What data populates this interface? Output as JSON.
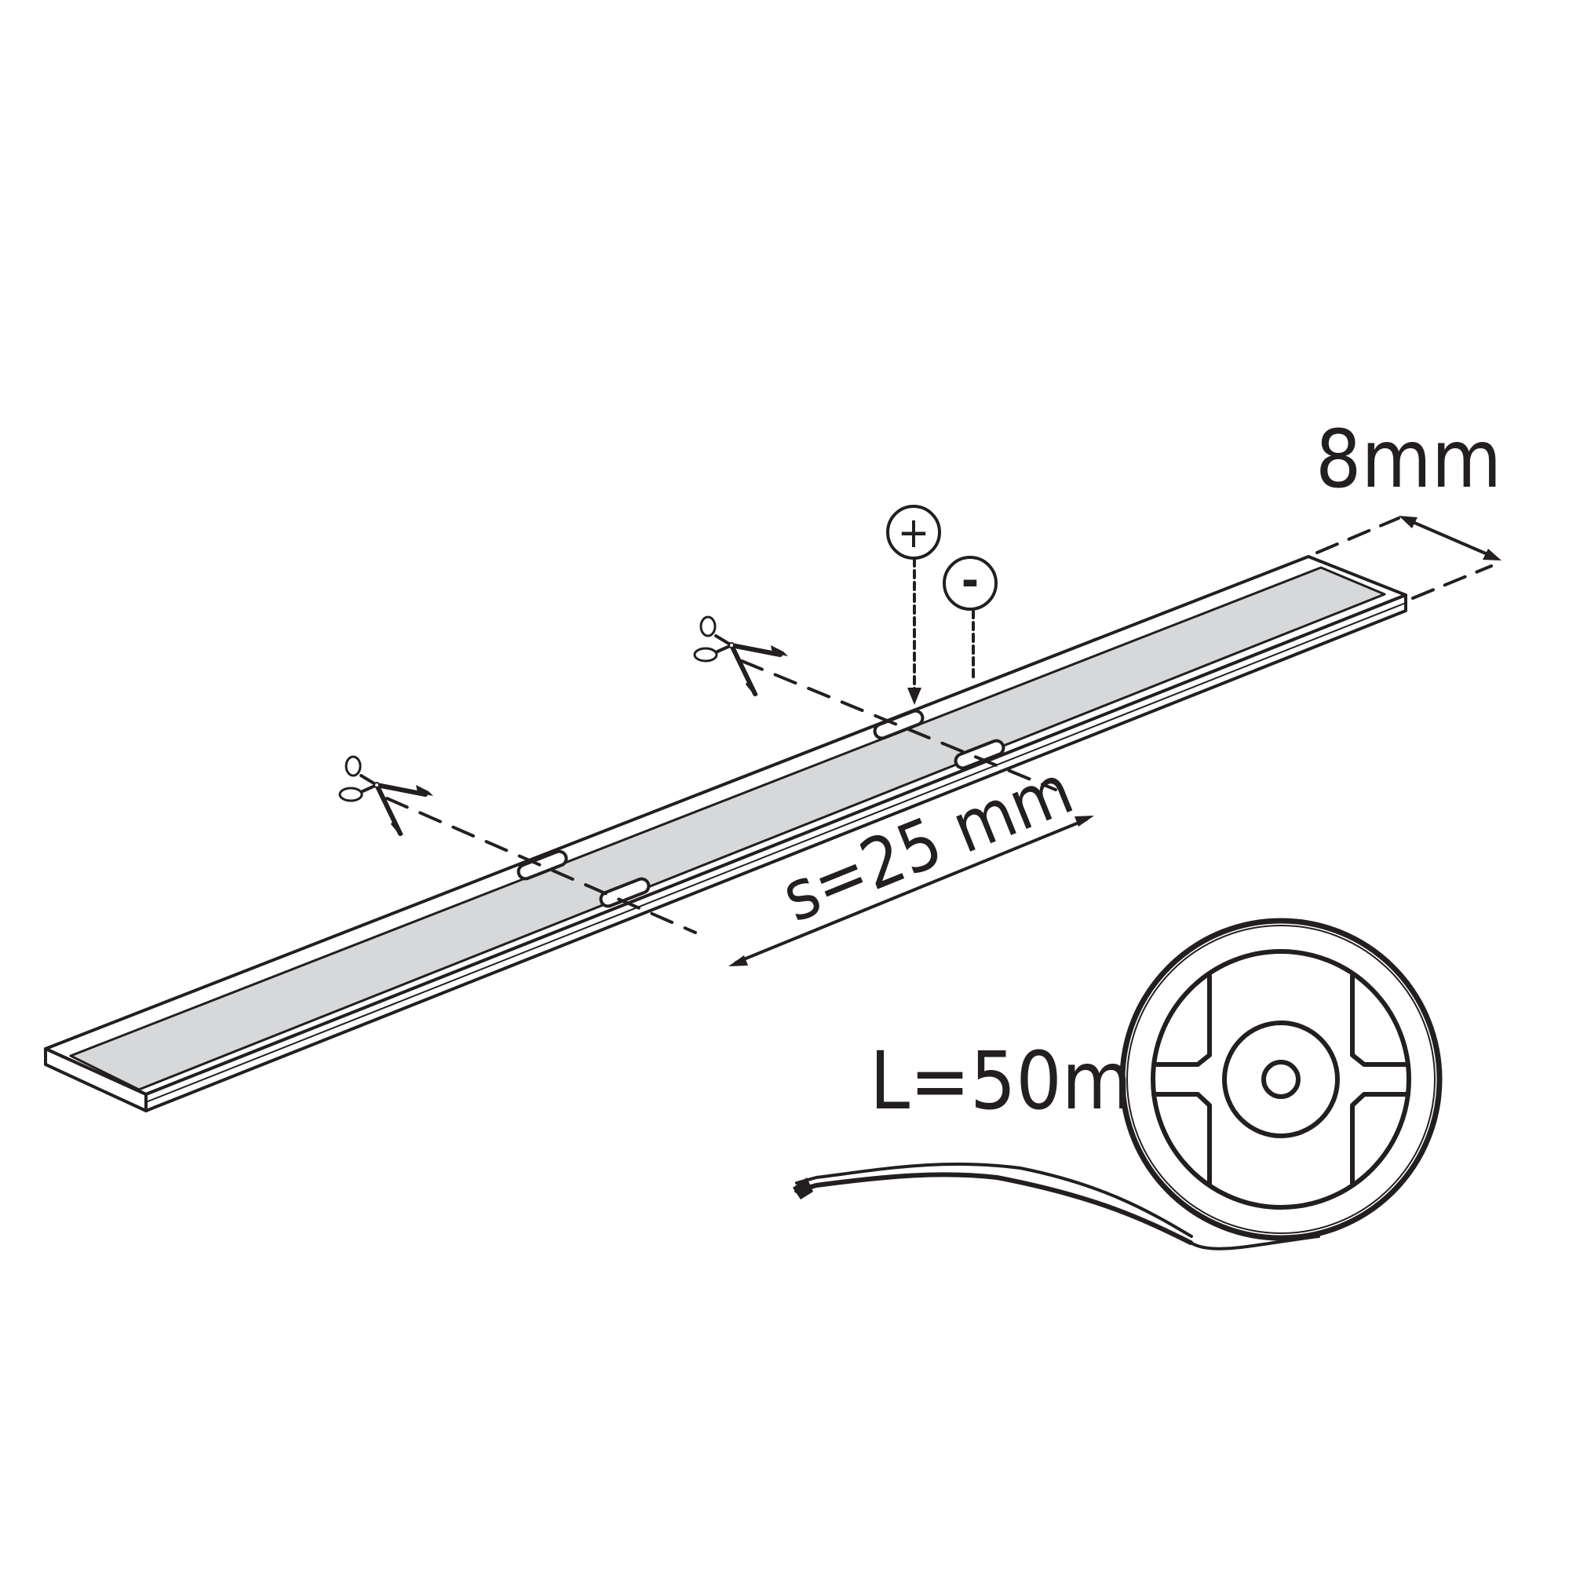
{
  "diagram": {
    "width_label": "8mm",
    "spacing_label": "s=25 mm",
    "length_label": "L=50m",
    "plus_symbol": "+",
    "minus_symbol": "-"
  },
  "colors": {
    "line": "#231f20",
    "strip_fill": "#d7d8d9",
    "background": "#ffffff"
  },
  "icons": [
    "scissors-icon",
    "plus-terminal-icon",
    "minus-terminal-icon",
    "reel-icon"
  ]
}
